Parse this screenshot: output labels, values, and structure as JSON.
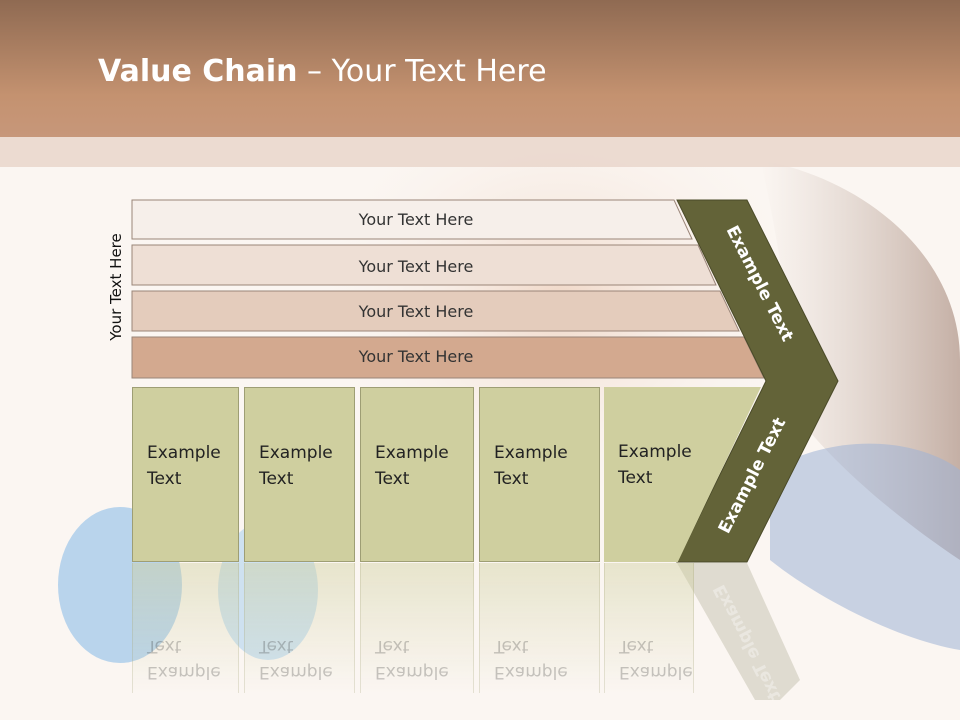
{
  "title": {
    "bold": "Value Chain",
    "rest": " – Your Text Here"
  },
  "side_label": "Your Text Here",
  "bands": [
    {
      "label": "Your Text Here",
      "fill": "#f6efea"
    },
    {
      "label": "Your Text Here",
      "fill": "#eedfd5"
    },
    {
      "label": "Your Text Here",
      "fill": "#e4ccbc"
    },
    {
      "label": "Your Text Here",
      "fill": "#d3a98f"
    }
  ],
  "cards": [
    {
      "label": "Example Text"
    },
    {
      "label": "Example Text"
    },
    {
      "label": "Example Text"
    },
    {
      "label": "Example Text"
    },
    {
      "label": "Example Text"
    }
  ],
  "chevron": {
    "upper": "Example Text",
    "lower": "Example Text",
    "fill": "#636338"
  },
  "colors": {
    "header": "#c49270",
    "card": "#cfcf9f",
    "chevron": "#636338"
  }
}
